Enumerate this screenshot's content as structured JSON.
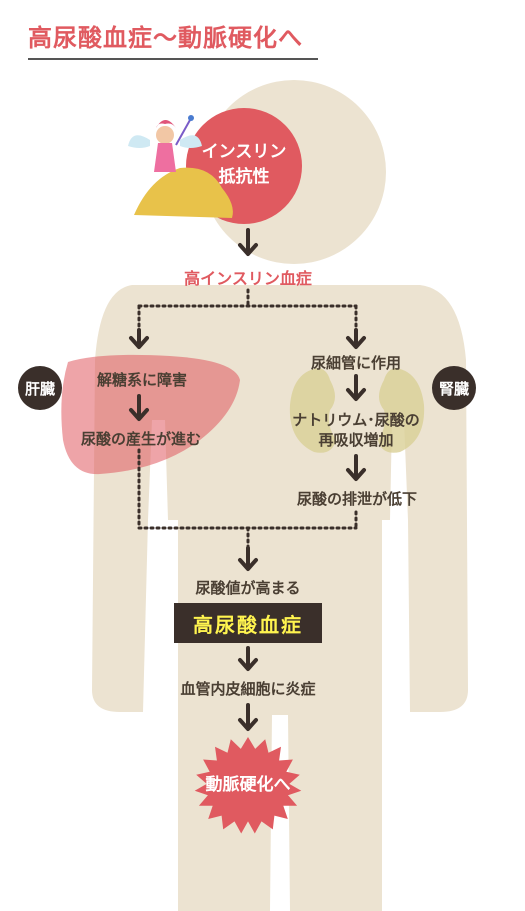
{
  "title": "高尿酸血症〜動脈硬化へ",
  "insulin_resistance": "インスリン\n抵抗性",
  "hyperinsulinemia": "高インスリン血症",
  "liver": {
    "badge": "肝臓",
    "step1": "解糖系に障害",
    "step2": "尿酸の産生が進む"
  },
  "kidney": {
    "badge": "腎臓",
    "step1": "尿細管に作用",
    "step2": "ナトリウム･尿酸の\n再吸収増加",
    "step3": "尿酸の排泄が低下"
  },
  "uric_acid_rises": "尿酸値が高まる",
  "hyperuricemia": "高尿酸血症",
  "endothelial_inflammation": "血管内皮細胞に炎症",
  "arteriosclerosis": "動脈硬化へ",
  "colors": {
    "accent_red": "#e05a60",
    "body_beige": "#ece3d1",
    "dark_brown": "#3a2f2a",
    "highlight_yellow": "#fff44f"
  }
}
